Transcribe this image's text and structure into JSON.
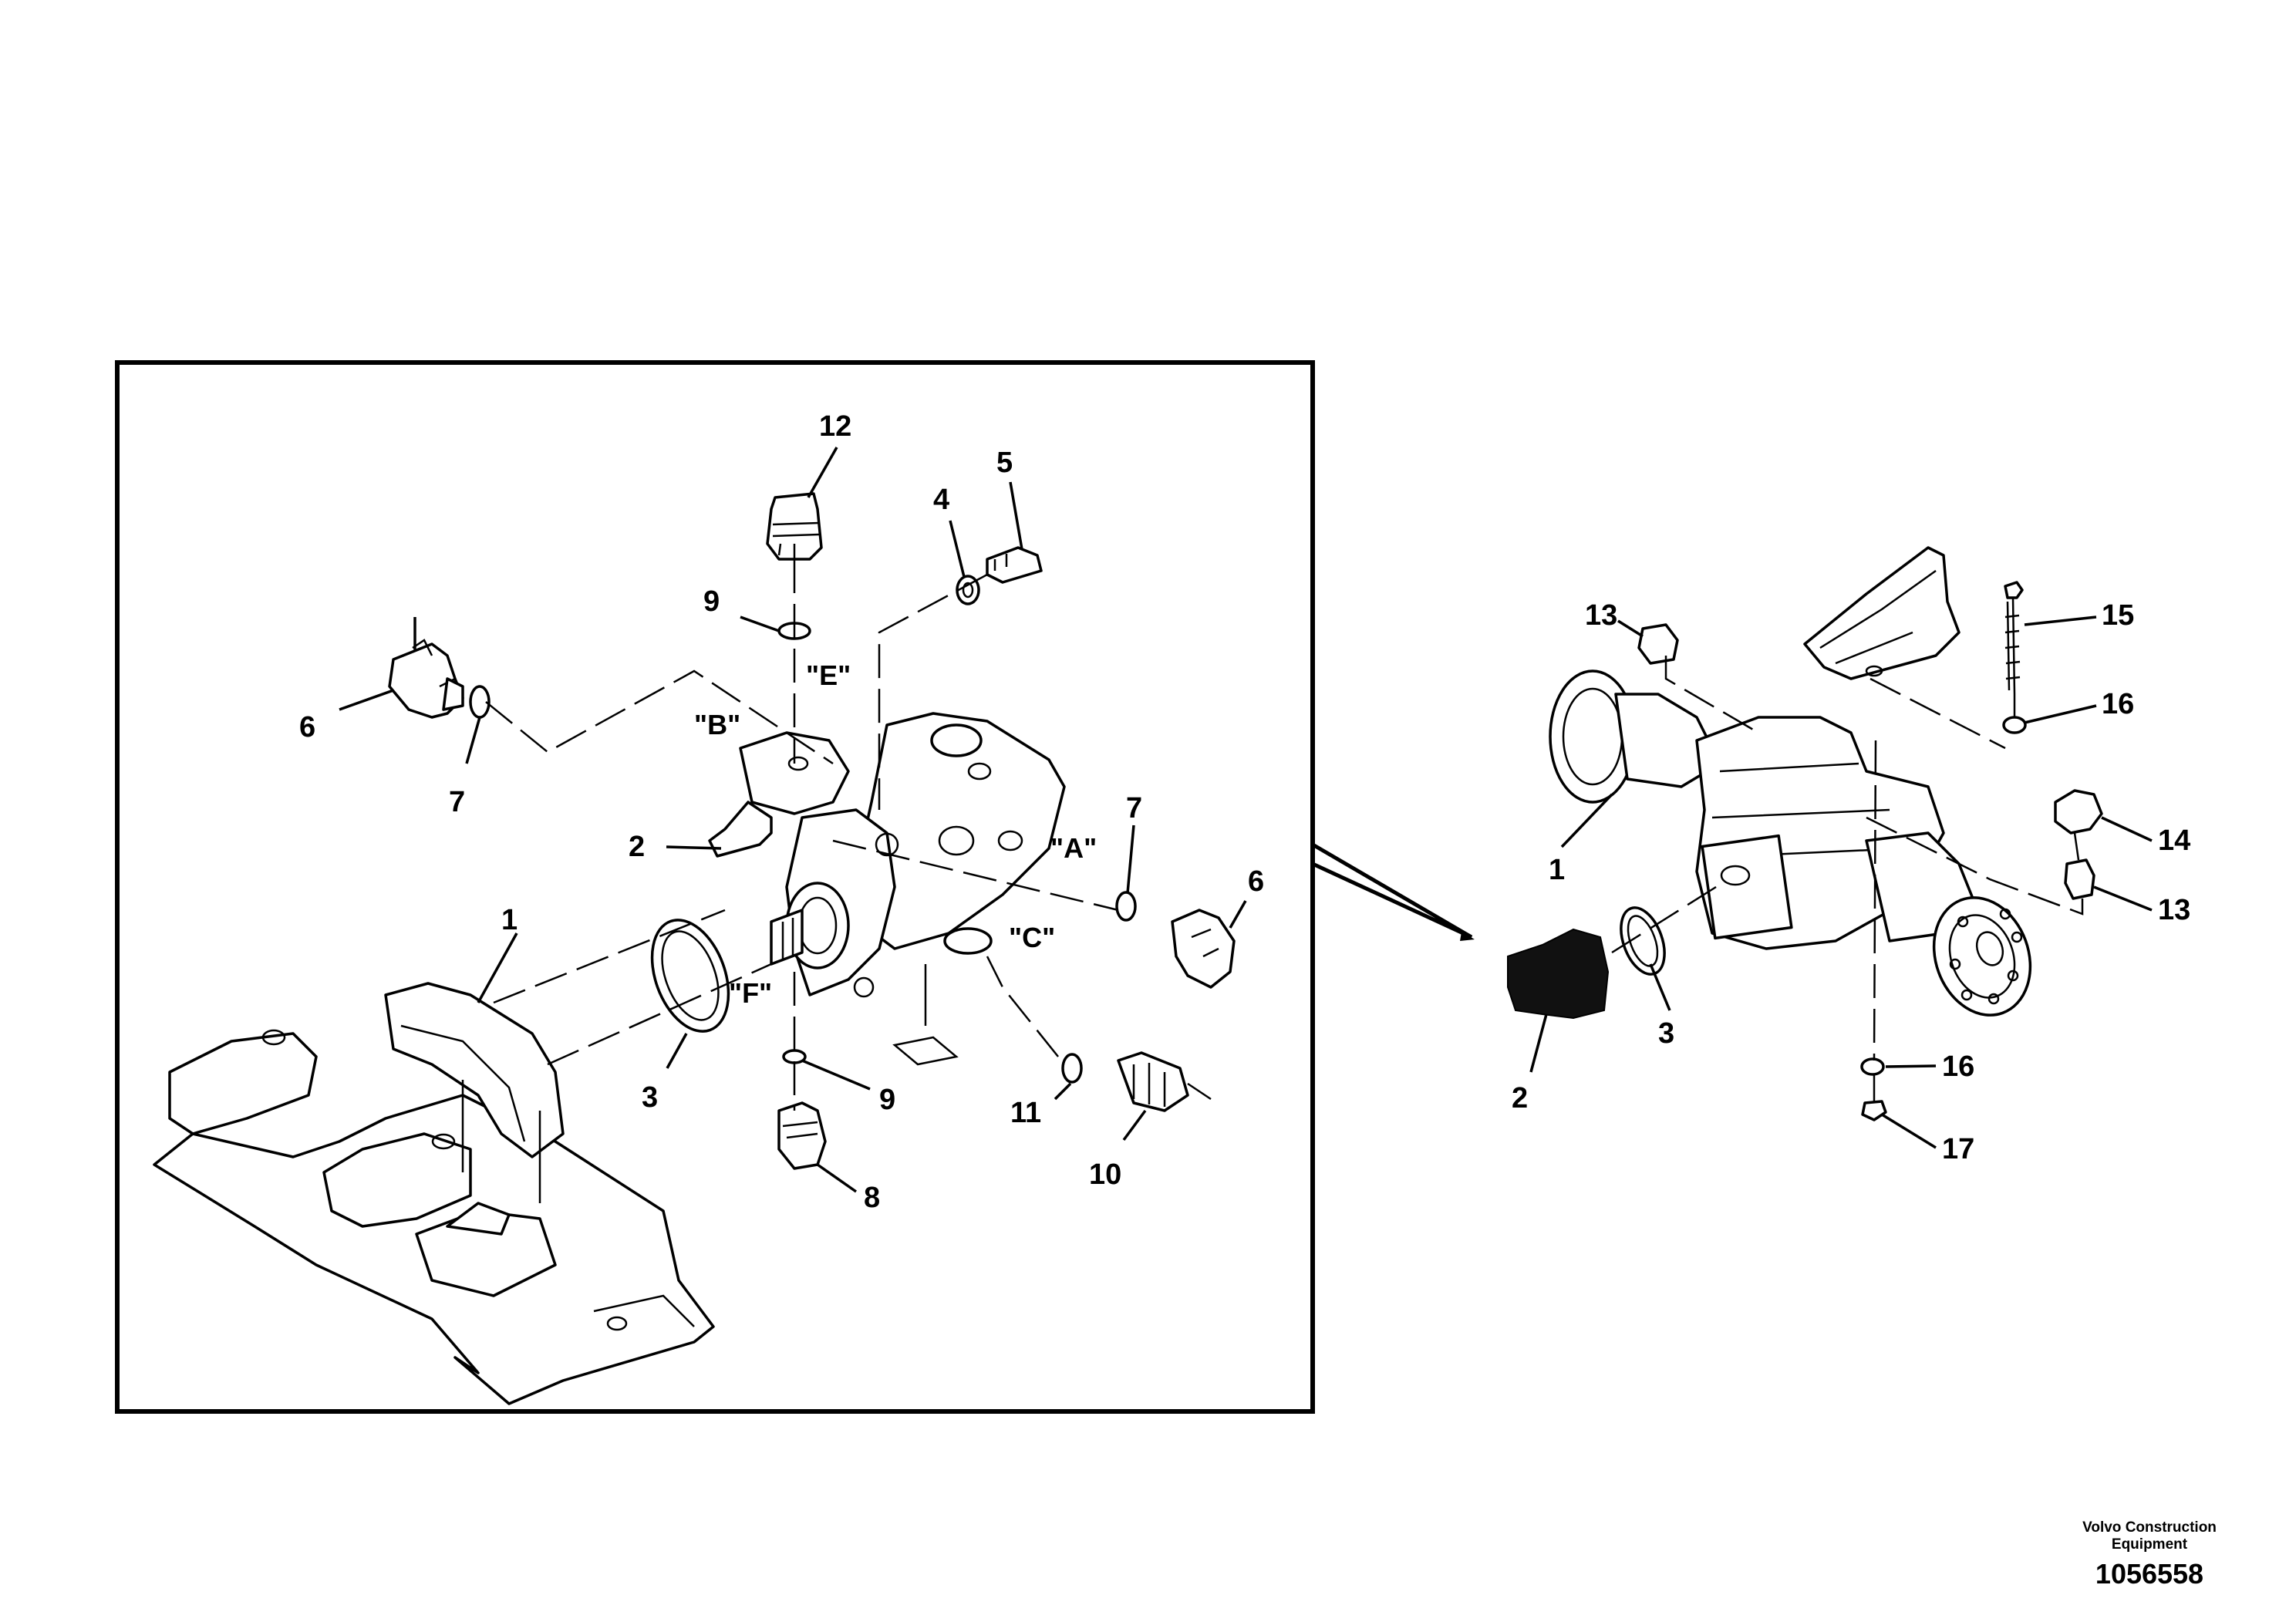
{
  "detail_callouts": {
    "c12": "12",
    "c5": "5",
    "c4": "4",
    "c9a": "9",
    "c6a": "6",
    "c7a": "7",
    "c2": "2",
    "c7b": "7",
    "c6b": "6",
    "c1": "1",
    "c3": "3",
    "c9b": "9",
    "c11": "11",
    "c10": "10",
    "c8": "8"
  },
  "port_labels": {
    "E": "\"E\"",
    "B": "\"B\"",
    "A": "\"A\"",
    "C": "\"C\"",
    "F": "\"F\""
  },
  "overview_callouts": {
    "c13a": "13",
    "c15": "15",
    "c16a": "16",
    "c14": "14",
    "c13b": "13",
    "c1": "1",
    "c3": "3",
    "c2": "2",
    "c16b": "16",
    "c17": "17"
  },
  "footer": {
    "brand_line1": "Volvo Construction",
    "brand_line2": "Equipment",
    "doc_number": "1056558"
  }
}
